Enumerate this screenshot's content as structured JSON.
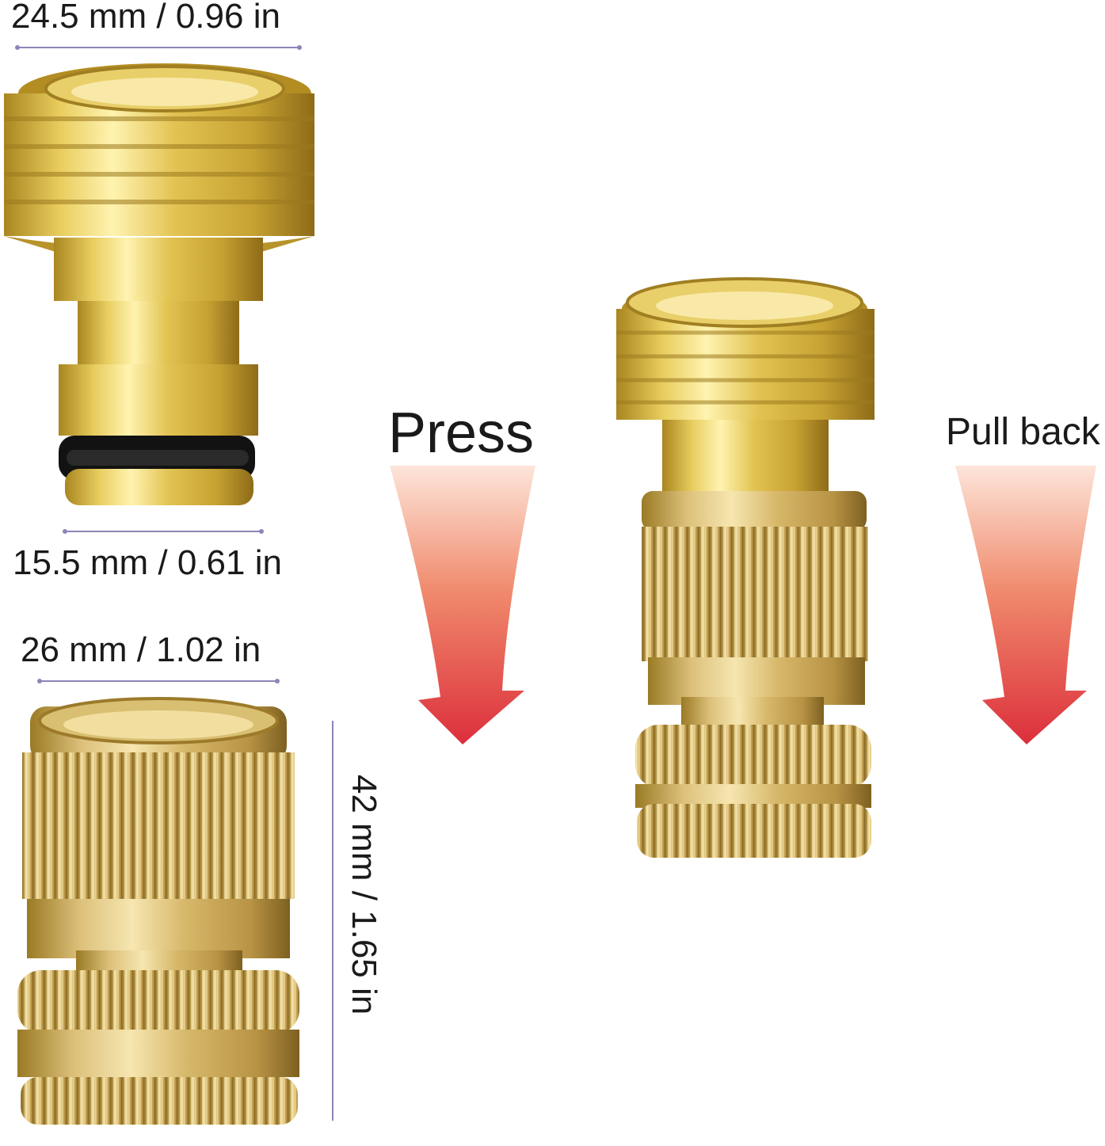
{
  "dimensions": {
    "male_outer_width": "24.5 mm / 0.96 in",
    "male_inner_width": "15.5 mm / 0.61 in",
    "female_width": "26 mm / 1.02 in",
    "female_height": "42 mm / 1.65 in"
  },
  "instructions": {
    "connect": "Press",
    "disconnect": "Pull back"
  },
  "colors": {
    "brass_light": "#f4e18a",
    "brass_mid": "#d7b548",
    "brass_dark": "#9c7a1e",
    "arrow_top": "#fde2d6",
    "arrow_bottom": "#dc2f3c",
    "dimension_line": "#8a86b8"
  }
}
